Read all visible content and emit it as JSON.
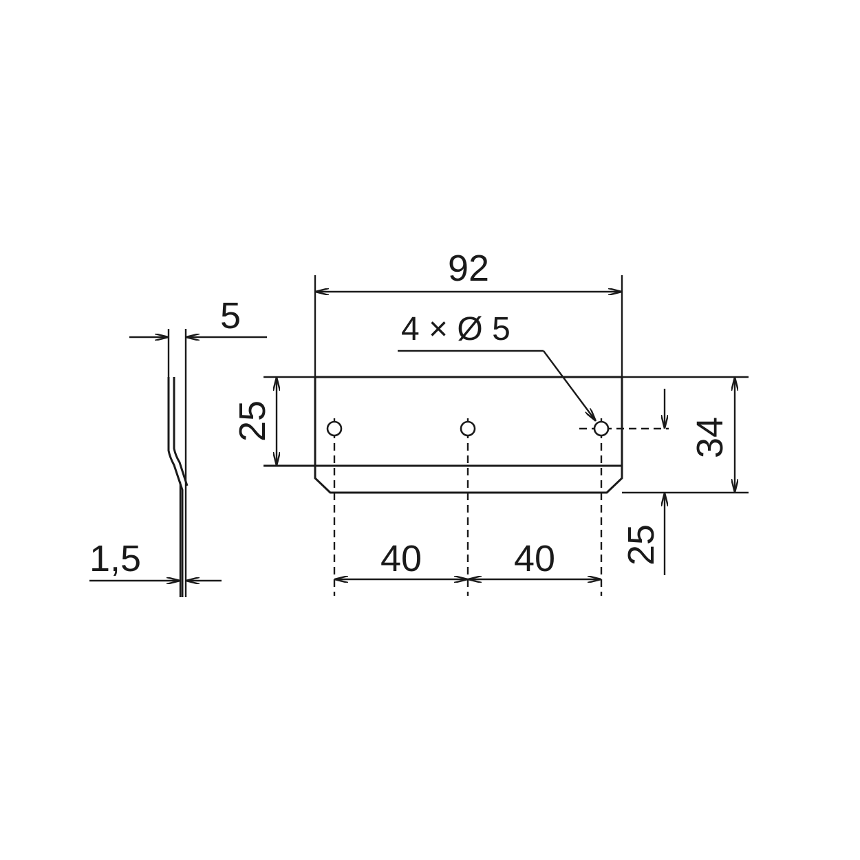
{
  "dimensions": {
    "top_width": "92",
    "hole_callout": "4 × Ø 5",
    "left_height": "25",
    "right_height": "34",
    "right_lower": "25",
    "bottom_pitch_left": "40",
    "bottom_pitch_right": "40",
    "side_top": "5",
    "side_bottom": "1,5"
  }
}
